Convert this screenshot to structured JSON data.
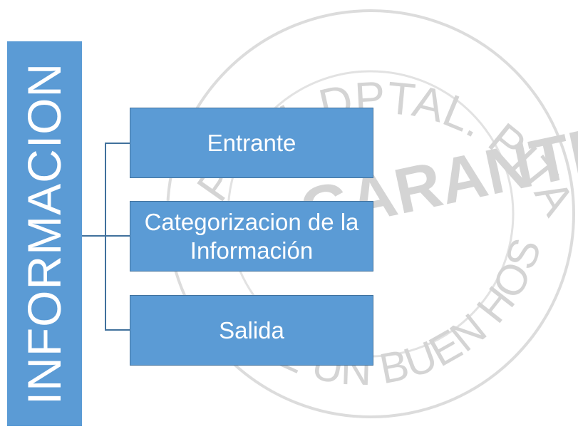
{
  "watermark": {
    "top_text": "PITAL DPTAL. PITALITO",
    "center_text": "GARANTIA",
    "bottom_text": "DE UN BUEN HOSPITAL"
  },
  "diagram": {
    "root_label": "INFORMACION",
    "children": [
      {
        "label": "Entrante"
      },
      {
        "label": "Categorizacion de la Información"
      },
      {
        "label": "Salida"
      }
    ]
  },
  "colors": {
    "box_fill": "#5b9bd5",
    "box_border": "#41719c",
    "text": "#ffffff",
    "watermark": "#d4d4d4"
  }
}
